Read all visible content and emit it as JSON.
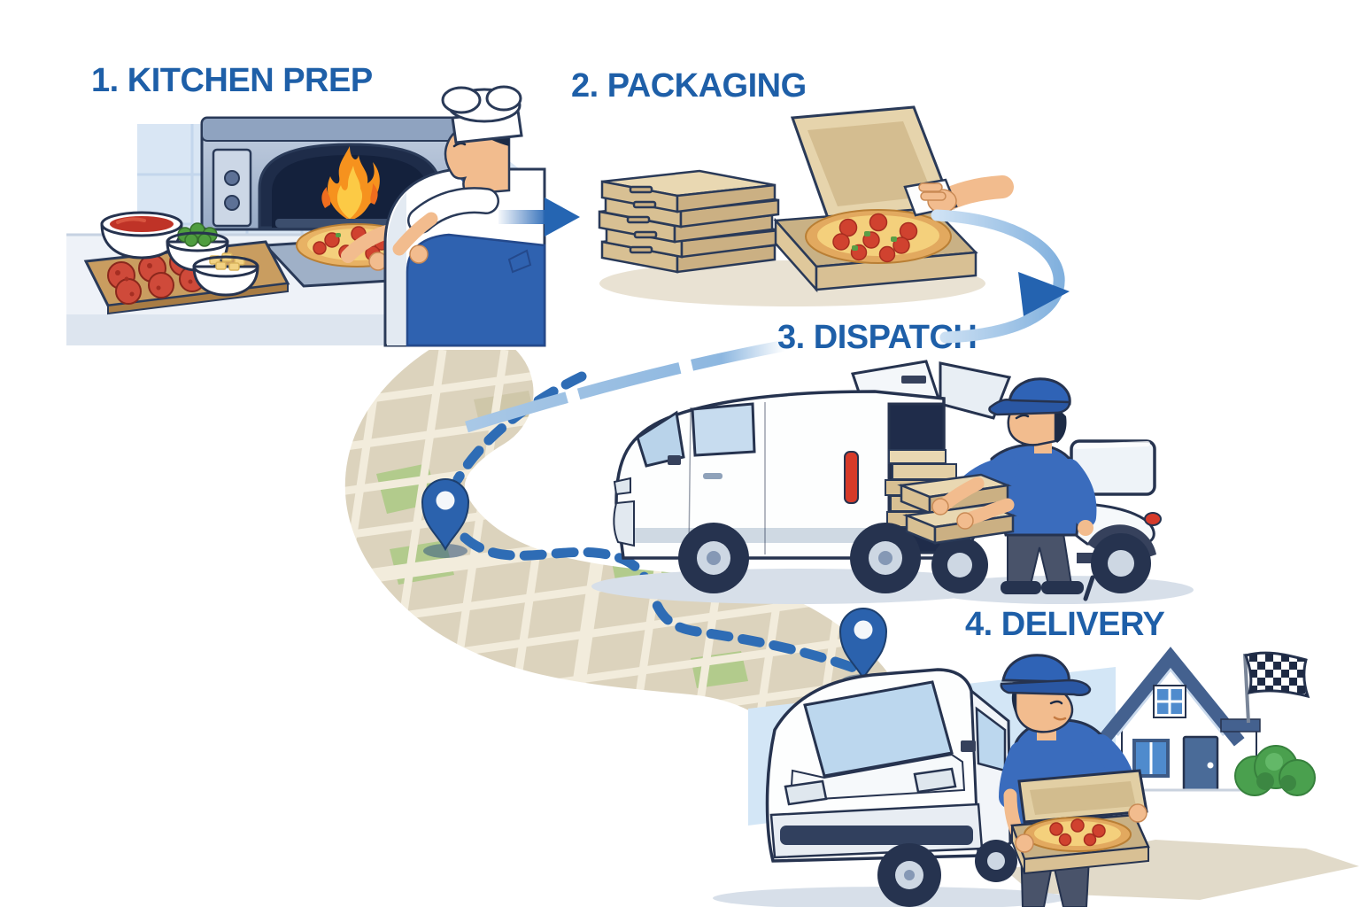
{
  "background": "#ffffff",
  "steps": [
    {
      "label": "1. KITCHEN PREP",
      "scene": "kitchen-prep"
    },
    {
      "label": "2. PACKAGING",
      "scene": "packaging"
    },
    {
      "label": "3. DISPATCH",
      "scene": "dispatch"
    },
    {
      "label": "4. DELIVERY",
      "scene": "delivery"
    }
  ],
  "flow": {
    "arrow_1_to_2": "solid right arrow",
    "arrow_2_to_3": "curved swoosh arrow",
    "path_3_to_4": "dashed map route with location pins"
  },
  "illustrations": {
    "kitchen_prep": [
      "chef-icon",
      "pizza-oven-icon",
      "fire-icon",
      "pizza-on-peel-icon",
      "sauce-bowl-icon",
      "peppers-bowl-icon",
      "cheese-bowl-icon",
      "pepperoni-board-icon"
    ],
    "packaging": [
      "pizza-box-stack-icon",
      "open-pizza-box-icon",
      "hand-with-napkin-icon"
    ],
    "dispatch": [
      "delivery-van-icon",
      "cargo-pizza-boxes-icon",
      "courier-icon",
      "scooter-top-box-icon"
    ],
    "delivery": [
      "delivery-van-front-icon",
      "courier-with-pizza-icon",
      "house-icon",
      "checkered-flag-icon",
      "bush-icon"
    ],
    "map": [
      "street-map-band",
      "route-dashes",
      "location-pin-1",
      "location-pin-2"
    ]
  },
  "colors": {
    "title": "#1e5fa8",
    "arrow_solid": "#2565b2",
    "arrow_arc_light": "#9ec3e6",
    "route_blue": "#2e6cb5",
    "map_base": "#dcd3bd",
    "map_street": "#f2ecdc",
    "map_green": "#b2cb8c",
    "pin_blue": "#2b62ad",
    "cardboard_top": "#e9d8b2",
    "cardboard_front": "#d8c093",
    "cardboard_side": "#cbb083",
    "outline_navy": "#26334f",
    "uniform_blue": "#3a6cbd",
    "cap_blue": "#2f63b6",
    "apron_blue": "#2f62b0",
    "skin": "#f2bc8e",
    "fire_orange": "#f6921e",
    "fire_yellow": "#fcca45",
    "sauce_red": "#bf3327",
    "pepper_green": "#4f9d3f",
    "cheese_yellow": "#f2d283",
    "pizza_crust": "#e2a95f",
    "pizza_cheese": "#f4d07c",
    "pepperoni_red": "#d0422f",
    "van_white": "#fdfefe",
    "shadow_blue": "#d7dfe9",
    "shadow_beige": "#e9e2d3",
    "roof_blue": "#44618f",
    "window_blue": "#4f8bcd",
    "glass_blue": "#bcd7ee",
    "bush_green": "#4aa04e",
    "sky_blue": "#d3e6f6",
    "red_light": "#d63a2a"
  }
}
